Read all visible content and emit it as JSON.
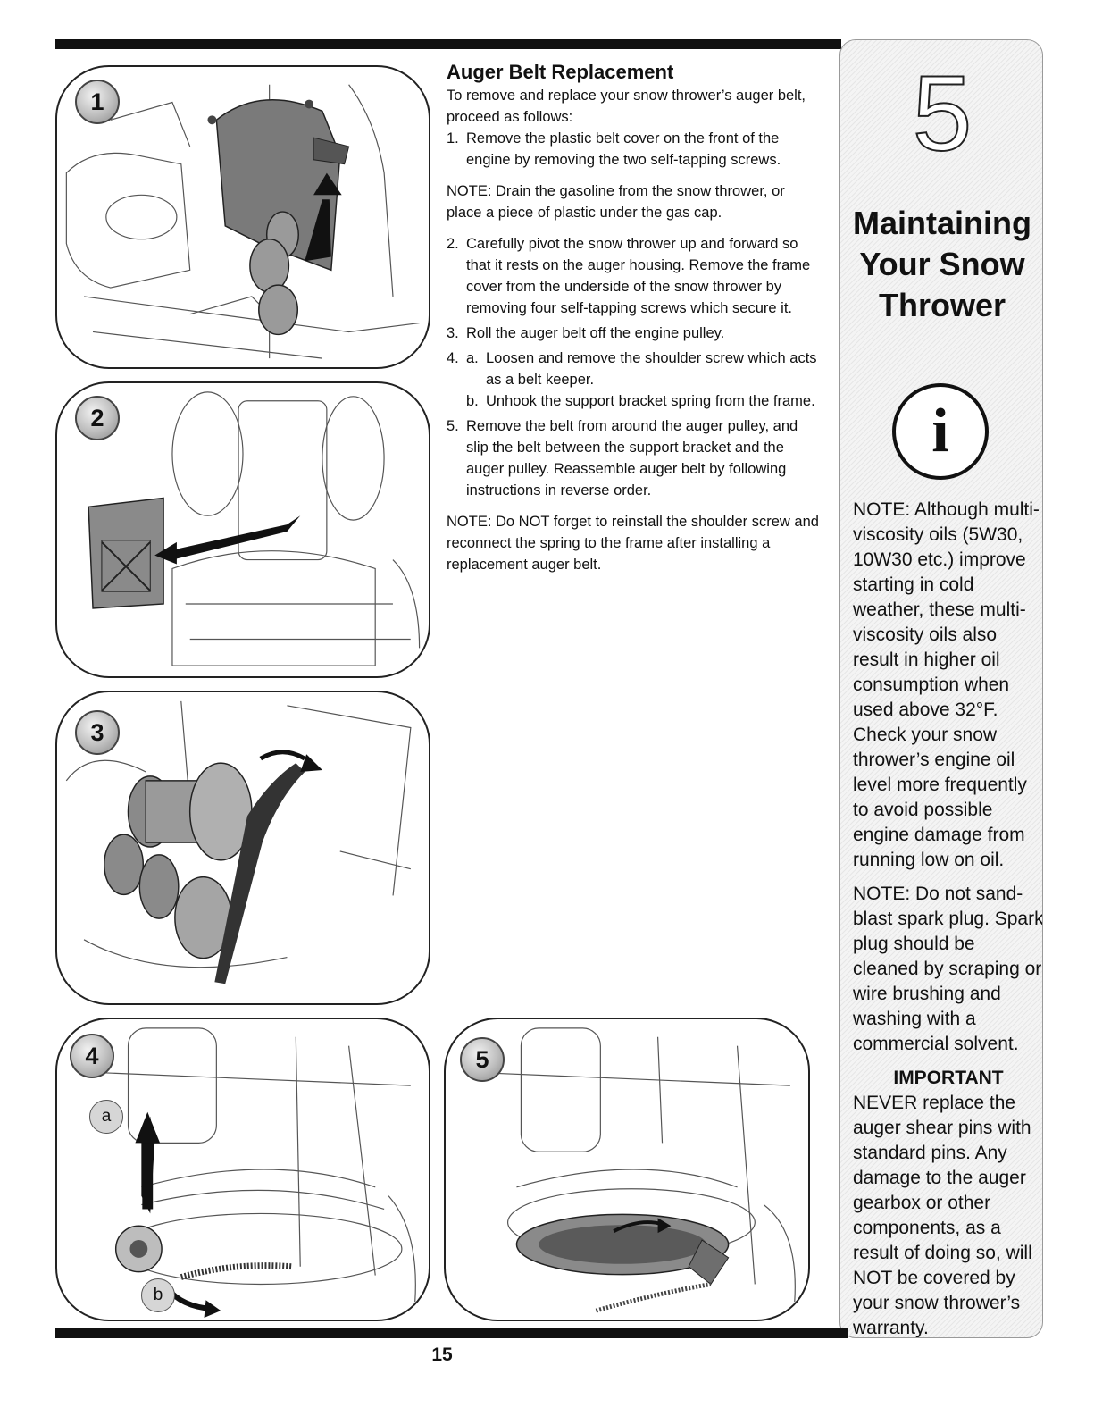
{
  "instructions": {
    "title": "Auger Belt Replacement",
    "intro": "To remove and replace your snow thrower’s auger belt, proceed as follows:",
    "step1_num": "1.",
    "step1": "Remove the plastic belt cover on the front of the engine by removing the two self-tapping screws.",
    "note1": "NOTE: Drain the gasoline from the snow thrower, or place a piece of plastic under the gas cap.",
    "step2_num": "2.",
    "step2": "Carefully pivot the snow thrower up and forward so that it rests on the auger housing. Remove the frame cover from the underside of the snow thrower by removing four self-tapping screws which secure it.",
    "step3_num": "3.",
    "step3": "Roll the auger belt off the engine pulley.",
    "step4_num": "4.",
    "step4a_num": "a.",
    "step4a": "Loosen and remove the shoulder screw which acts as a belt keeper.",
    "step4b_num": "b.",
    "step4b": "Unhook the support bracket spring from the frame.",
    "step5_num": "5.",
    "step5": "Remove the belt from around the auger pulley, and slip the belt between the support bracket and the auger pulley. Reassemble auger belt by following instructions in reverse order.",
    "note2": "NOTE: Do NOT forget to reinstall the shoulder screw and reconnect the spring to the frame after installing a replacement auger belt."
  },
  "figures": {
    "badge1": "1",
    "badge2": "2",
    "badge3": "3",
    "badge4": "4",
    "badge5": "5",
    "label_a": "a",
    "label_b": "b"
  },
  "sidebar": {
    "chapter_number": "5",
    "chapter_title_line1": "Maintaining",
    "chapter_title_line2": "Your Snow",
    "chapter_title_line3": "Thrower",
    "info_glyph": "i",
    "note_oil": "NOTE: Although multi-viscosity oils (5W30, 10W30 etc.) improve starting in cold weather, these multi-viscosity oils also result in higher oil consumption when used above 32°F. Check your snow thrower’s engine oil level more frequently to avoid possible engine damage from running low on oil.",
    "note_spark": "NOTE: Do not sand-blast spark plug. Spark plug should be cleaned by scraping or wire brushing and washing with a commercial solvent.",
    "important_heading": "IMPORTANT",
    "important_text": "NEVER replace the auger shear pins with standard pins. Any damage to the auger gearbox or other components, as a result of doing so, will NOT be covered by your snow thrower’s warranty."
  },
  "page_number": "15"
}
